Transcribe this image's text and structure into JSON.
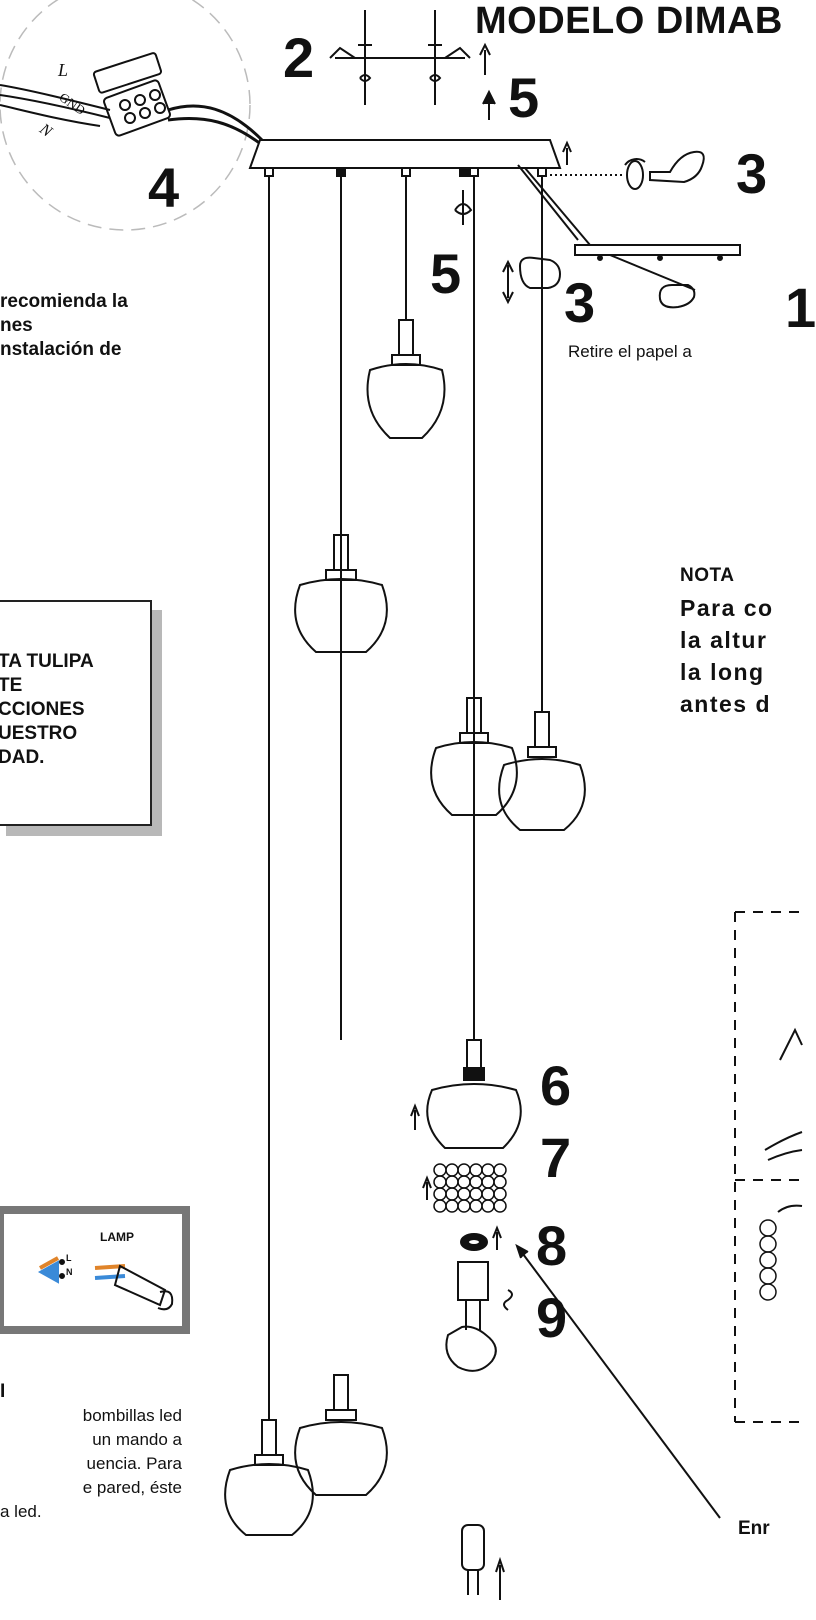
{
  "title": "MODELO DIMAB",
  "steps": {
    "s1": "1",
    "s2": "2",
    "s3a": "3",
    "s3b": "3",
    "s4": "4",
    "s5a": "5",
    "s5b": "5",
    "s6": "6",
    "s7": "7",
    "s8": "8",
    "s9": "9"
  },
  "wiring": {
    "l": "L",
    "gnd": "GND",
    "n": "N"
  },
  "left_text": {
    "line1": "recomienda la",
    "line2": "nes",
    "line3": "nstalación de"
  },
  "warning_box": {
    "line1": "TA TULIPA",
    "line2": "TE",
    "line3": "CCIONES",
    "line4": "UESTRO",
    "line5": "DAD."
  },
  "retire_text": "Retire el papel a",
  "nota": {
    "heading": "NOTA",
    "line1": "Para co",
    "line2": "la altur",
    "line3": "la long",
    "line4": "antes d"
  },
  "lamp_box": {
    "label": "LAMP",
    "l": "L",
    "n": "N"
  },
  "bottom_text": {
    "heading": "I",
    "line1": "bombillas led",
    "line2": "un mando a",
    "line3": "uencia. Para",
    "line4": "e pared, éste",
    "line5": "a led."
  },
  "enr_label": "Enr"
}
